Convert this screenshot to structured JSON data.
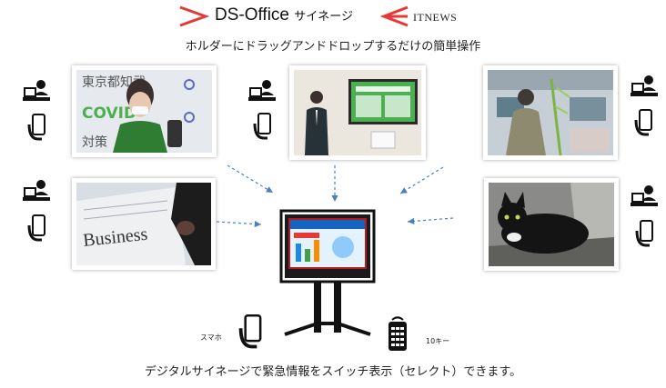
{
  "header": {
    "brand": "DS-Office",
    "brand_suffix": "サイネージ",
    "partner": "ITNEWS",
    "accent_color": "#e53935"
  },
  "subtitle": "ホルダーにドラッグアンドドロップするだけの簡単操作",
  "photos": {
    "covid": {
      "line1": "東京都知武",
      "covid": "COVID",
      "line3": "対策"
    },
    "presentation": {},
    "business": {
      "text": "Business"
    },
    "office_worker": {},
    "cat": {}
  },
  "devices": {
    "phone_label": "スマホ",
    "keypad_label": "10キー"
  },
  "caption": "デジタルサイネージで緊急情報をスイッチ表示（セレクト）できます。",
  "icons": [
    "pc-user-icon",
    "smartphone-hand-icon",
    "keypad-remote-icon",
    "flag-icon-right",
    "flag-icon-left"
  ]
}
